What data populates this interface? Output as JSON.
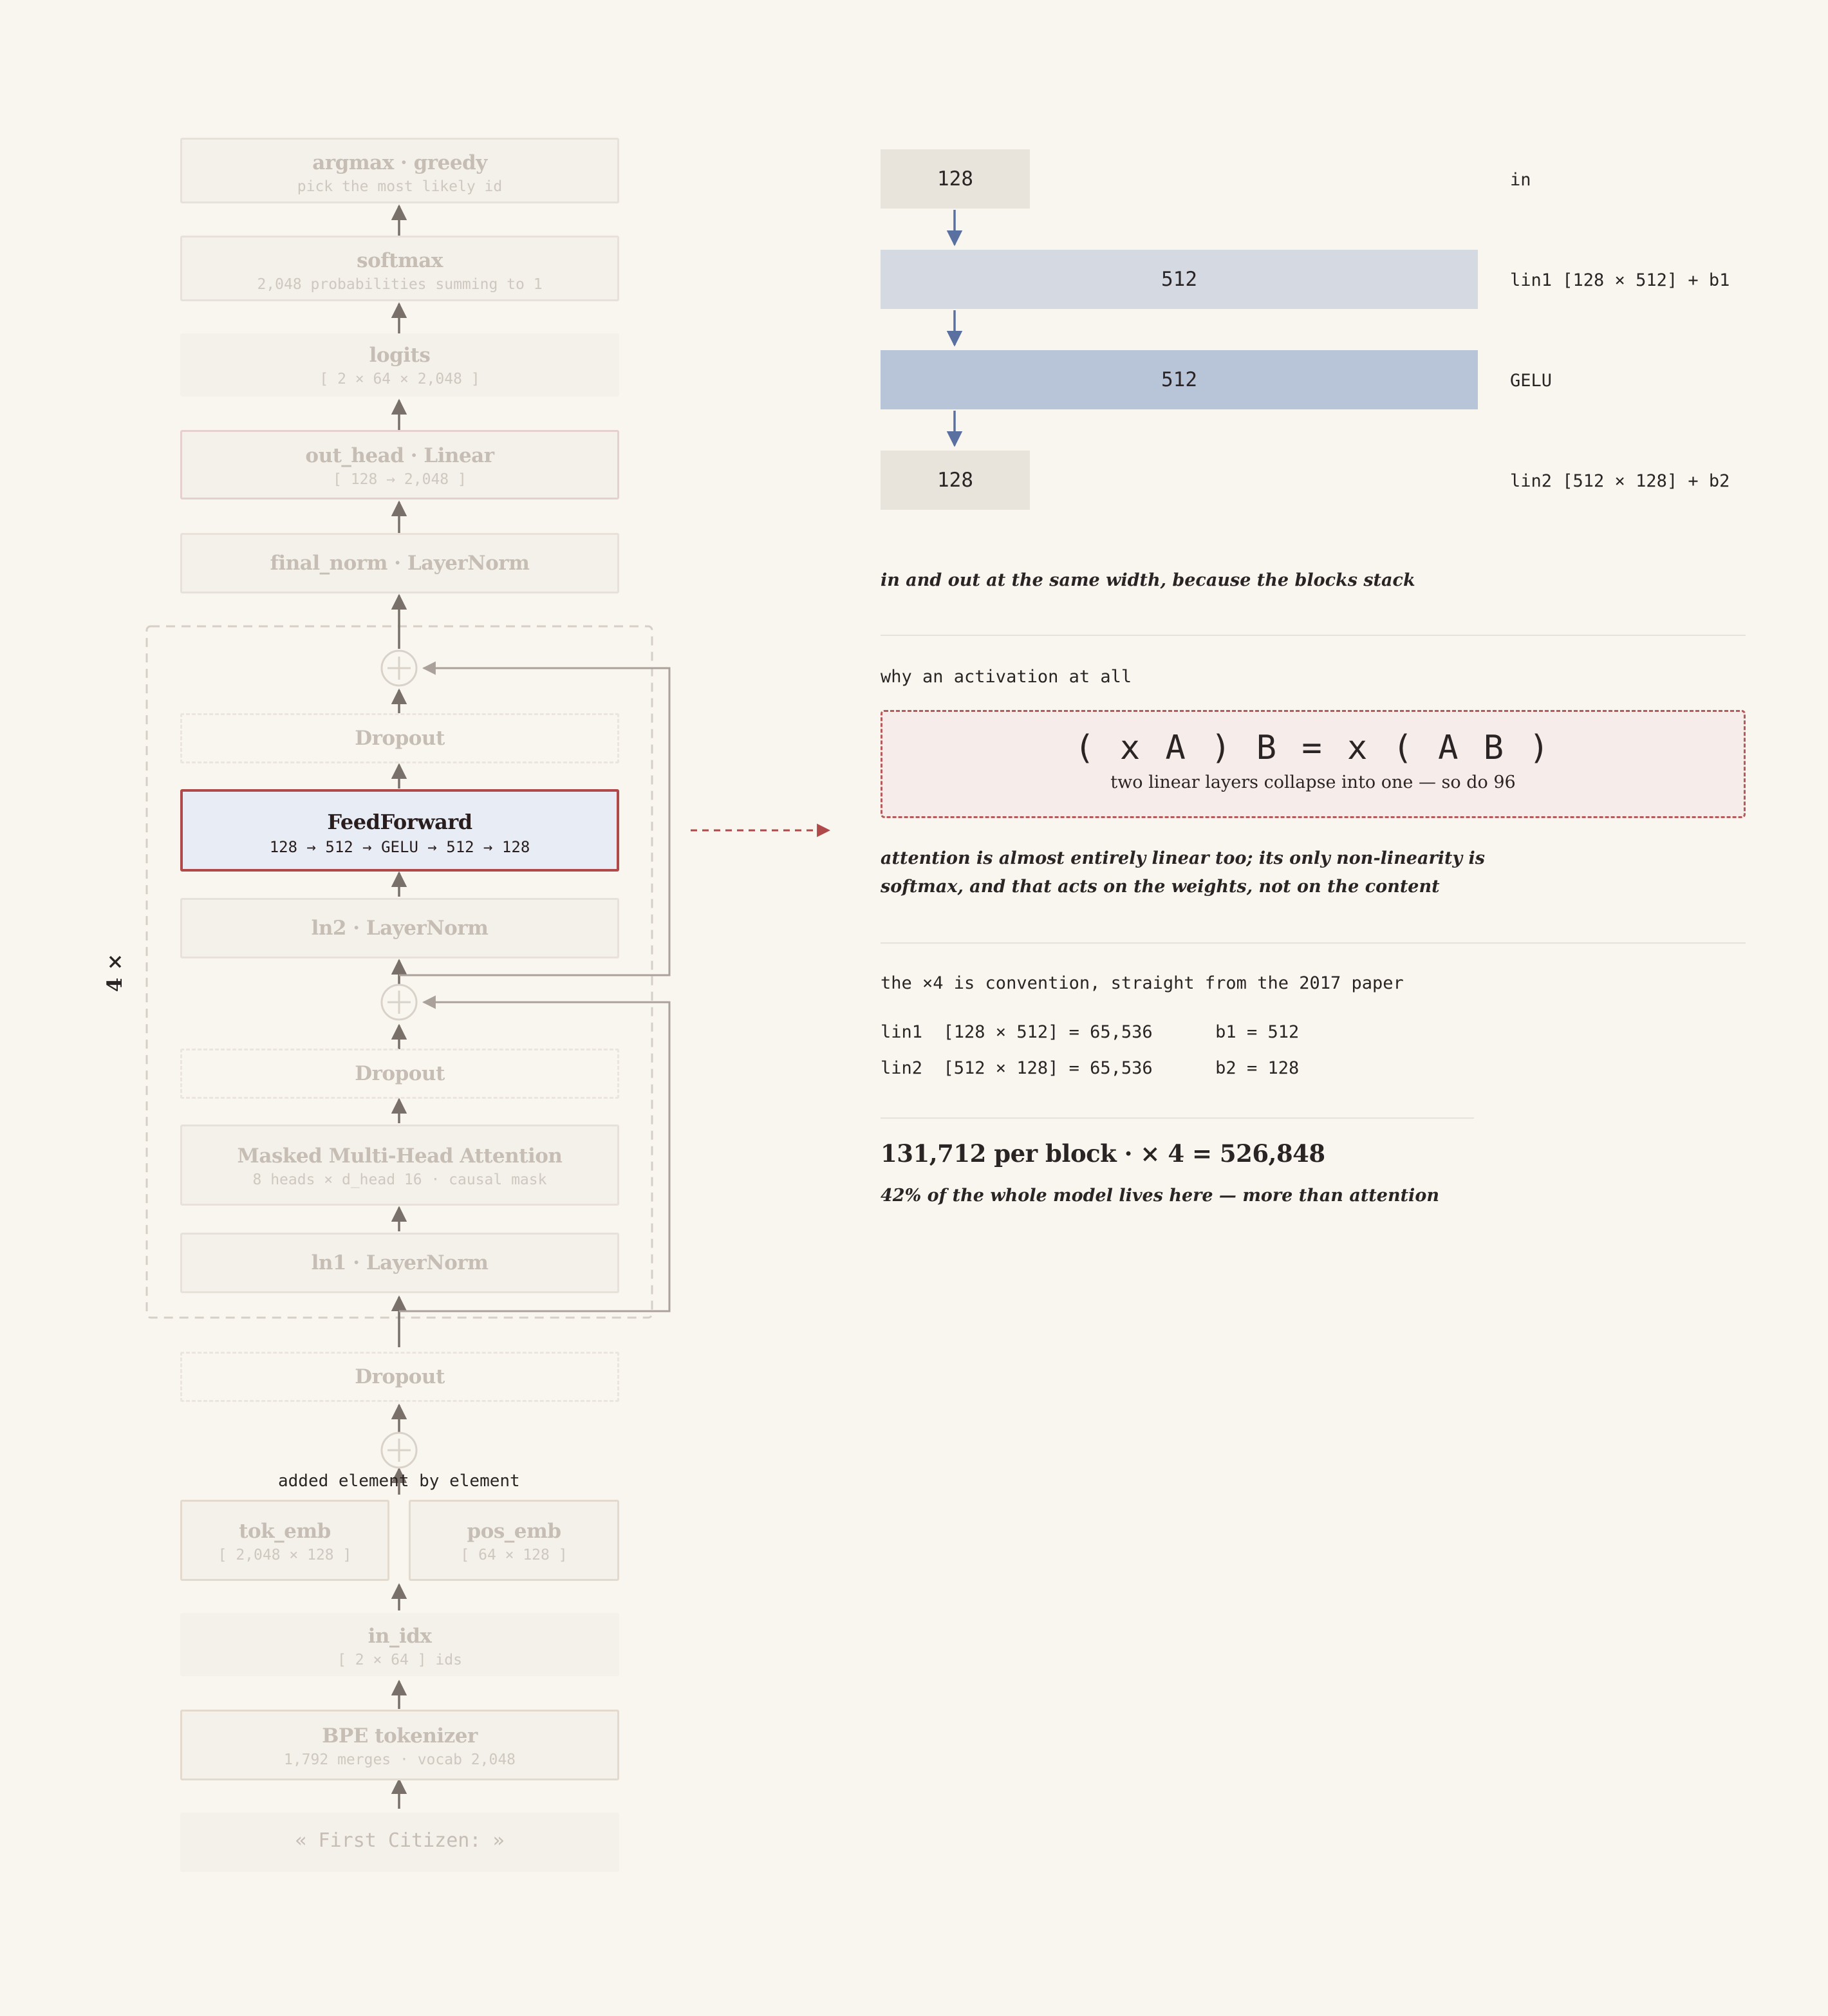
{
  "pipeline": {
    "argmax": {
      "title": "argmax · greedy",
      "sub": "pick the most likely id"
    },
    "softmax": {
      "title": "softmax",
      "sub": "2,048 probabilities summing to 1"
    },
    "logits": {
      "title": "logits",
      "sub": "[ 2 × 64 × 2,048 ]"
    },
    "out_head": {
      "title": "out_head · Linear",
      "sub": "[ 128 → 2,048 ]"
    },
    "final_norm": {
      "title": "final_norm · LayerNorm"
    },
    "dropout_top": {
      "title": "Dropout"
    },
    "feedforward": {
      "title": "FeedForward",
      "sub": "128 → 512 → GELU → 512 → 128"
    },
    "ln2": {
      "title": "ln2 · LayerNorm"
    },
    "dropout_mid": {
      "title": "Dropout"
    },
    "attention": {
      "title": "Masked Multi-Head Attention",
      "sub": "8 heads × d_head 16 · causal mask"
    },
    "ln1": {
      "title": "ln1 · LayerNorm"
    },
    "dropout_low": {
      "title": "Dropout"
    },
    "add_note": "added element by element",
    "tok_emb": {
      "title": "tok_emb",
      "sub": "[ 2,048 × 128 ]"
    },
    "pos_emb": {
      "title": "pos_emb",
      "sub": "[ 64 × 128 ]"
    },
    "in_idx": {
      "title": "in_idx",
      "sub": "[ 2 × 64 ] ids"
    },
    "tokenizer": {
      "title": "BPE tokenizer",
      "sub": "1,792 merges · vocab 2,048"
    },
    "input_text": "« First Citizen: »",
    "repeat_label": "4 ×"
  },
  "ffn_diagram": {
    "rows": [
      {
        "value": "128",
        "label": "in"
      },
      {
        "value": "512",
        "label": "lin1 [128 × 512] + b1"
      },
      {
        "value": "512",
        "label": "GELU"
      },
      {
        "value": "128",
        "label": "lin2 [512 × 128] + b2"
      }
    ],
    "note": "in and out at the same width, because the blocks stack"
  },
  "activation": {
    "heading": "why an activation at all",
    "formula": "( x A ) B = x ( A B )",
    "formula_sub": "two linear layers collapse into one — so do 96",
    "note_line1": "attention is almost entirely linear too; its only non-linearity is",
    "note_line2": "softmax, and that acts on the weights, not on the content"
  },
  "params": {
    "heading": "the ×4 is convention, straight from the 2017 paper",
    "row1": "lin1  [128 × 512] = 65,536      b1 = 512",
    "row2": "lin2  [512 × 128] = 65,536      b2 = 128",
    "total": "131,712 per block · × 4 = 526,848",
    "share": "42% of the whole model lives here — more than attention"
  },
  "colors": {
    "background": "#f9f6f0",
    "highlight_border": "#b04a4a",
    "highlight_fill": "#e8edf5",
    "arrow_blue": "#5a70a0",
    "bar_light": "#d4d9e2",
    "bar_mid": "#b8c4d8",
    "bar_tan": "#e8e4dc",
    "formula_fill": "#f6ecea"
  }
}
